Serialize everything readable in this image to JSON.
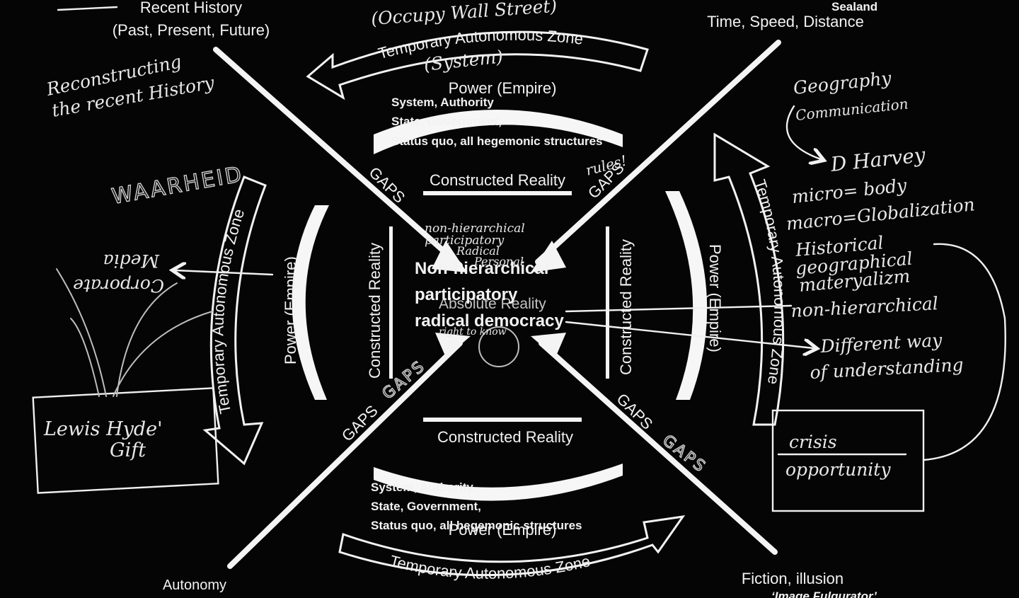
{
  "corners": {
    "top_left": [
      "Recent History",
      "(Past, Present, Future)"
    ],
    "top_right_partial": "Sealand",
    "top_right": "Time, Speed, Distance",
    "bottom_right": "Fiction, illusion",
    "bottom_right_partial": "‘Image Fulgurator’",
    "bottom_left": "Autonomy"
  },
  "taz_label": "Temporary Autonomous Zone",
  "power_label": "Power (Empire)",
  "constructed_label": "Constructed Reality",
  "gaps_label": "GAPS",
  "system_lines": [
    "System, Authority",
    "State, Government,",
    "Status quo, all hegemonic structures"
  ],
  "system_lines_bottom": [
    "System, Authority",
    "State, Government,",
    "Status quo, all hegemonic structures"
  ],
  "center_lines": [
    "Non-hierarchical",
    "participatory",
    "radical democracy"
  ],
  "center_overlay": "Absolute Reality",
  "handwriting": {
    "occupy": "(Occupy Wall Street)",
    "system_note": "(System)",
    "reconstructing_1": "Reconstructing",
    "reconstructing_2": "the recent History",
    "waarheid": "WAARHEID",
    "rules": "rules!",
    "corporate_media_1": "Media",
    "corporate_media_2": "Corporate",
    "lewis_1": "Lewis   Hyde'",
    "lewis_2": "Gift",
    "nonhier_small": [
      "non-hierarchical",
      "participatory",
      "Radical",
      "Personal"
    ],
    "right_notes": [
      "Geography",
      "Communication",
      "D Harvey",
      "micro= body",
      "macro=Globalization",
      "Historical",
      "geographical",
      "materyalizm",
      "non-hierarchical",
      "Different way",
      "of understanding"
    ],
    "crisis": "crisis",
    "opportunity": "opportunity",
    "right_to_know": "right to know"
  }
}
